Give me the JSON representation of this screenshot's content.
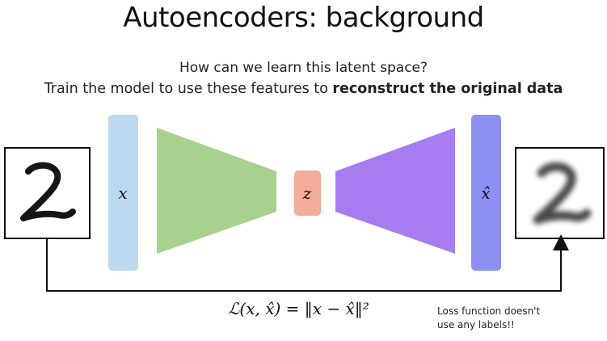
{
  "title": "Autoencoders: background",
  "subtitle_line1": "How can we learn this latent space?",
  "subtitle_line2_plain": "Train the model to use these features to ",
  "subtitle_line2_bold": "reconstruct the original data",
  "input_label": "x",
  "latent_label": "z",
  "output_label": "x̂",
  "loss_formula": "ℒ(x, x̂) = ‖x − x̂‖²",
  "loss_note_line1": "Loss function doesn't",
  "loss_note_line2": "use any labels!!",
  "colors": {
    "input_bar": "#bcd9f0",
    "encoder": "#a9d18e",
    "latent": "#f4ac9b",
    "decoder": "#a77cf0",
    "output_bar": "#8b90f2"
  }
}
